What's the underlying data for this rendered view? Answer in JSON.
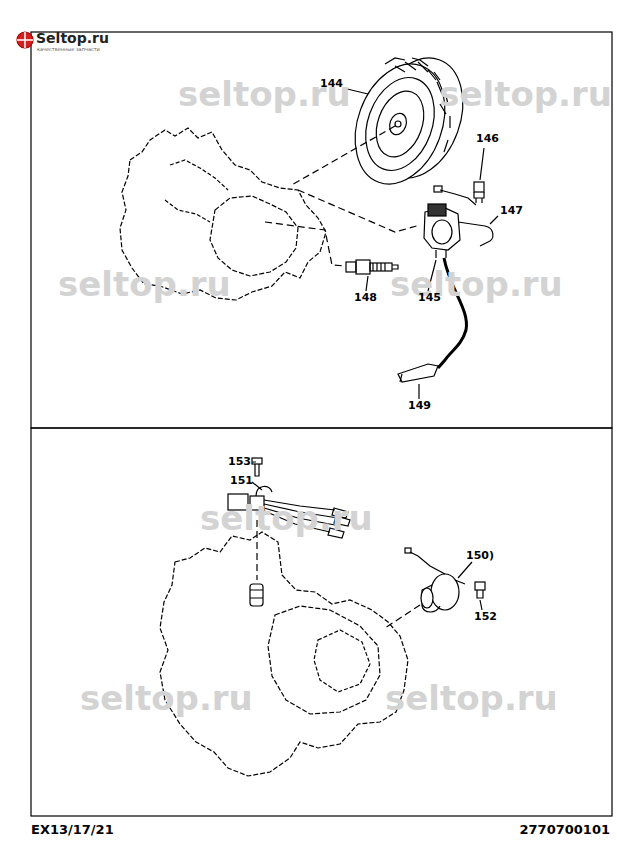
{
  "diagram": {
    "labels": [
      "Seltop.ru",
      "качественные запчасти",
      "seltop.ru",
      "seltop.ru",
      "144",
      "146",
      "147",
      "seltop.ru",
      "seltop.ru",
      "148",
      "145",
      "149",
      "153",
      "151",
      "seltop.ru",
      "150)",
      "152",
      "seltop.ru",
      "seltop.ru",
      "EX13/17/21",
      "2770700101"
    ]
  }
}
